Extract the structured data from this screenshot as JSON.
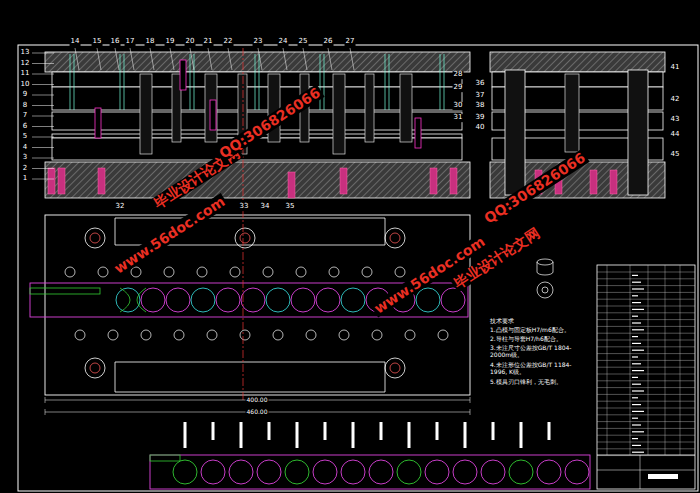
{
  "diagram": {
    "nodes": [],
    "edges": [],
    "labels": [
      "13",
      "12",
      "11",
      "10",
      "9",
      "8",
      "7",
      "6",
      "5",
      "4",
      "3",
      "2",
      "1",
      "14",
      "15",
      "16",
      "17",
      "18",
      "19",
      "20",
      "21",
      "22",
      "23",
      "24",
      "25",
      "26",
      "27",
      "28",
      "29",
      "30",
      "31",
      "32",
      "33",
      "34",
      "35",
      "36",
      "37",
      "38",
      "39",
      "40",
      "41",
      "42",
      "43",
      "44",
      "45",
      "400.00",
      "460.00",
      "技术要求",
      "1.凸模与固定板H7/m6配合。",
      "2.导柱与导套H7/h6配合。",
      "3.未注尺寸公差按GB/T 1804-2000m级。",
      "4.未注形位公差按GB/T 1184-1996, K级。",
      "5.模具刃口锋利，无毛刺。",
      "毕业设计论文网",
      "www.56doc.com",
      "QQ:306826066",
      "毕业设计论文网",
      "www.56doc.com",
      "QQ:306826066"
    ]
  }
}
